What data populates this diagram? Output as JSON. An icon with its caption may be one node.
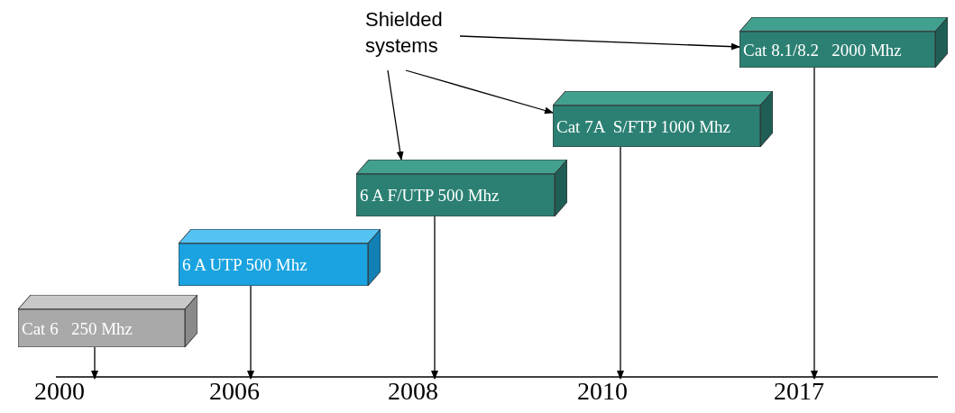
{
  "diagram": {
    "nodes": [
      {
        "text": [
          "Shielded systems"
        ]
      },
      {
        "text": [
          "Cat 6   250 Mhz"
        ]
      },
      {
        "text": [
          "6 A UTP 500 Mhz"
        ]
      },
      {
        "text": [
          "6 A F/UTP 500 Mhz"
        ]
      },
      {
        "text": [
          "Cat 7A  S/FTP 1000 Mhz"
        ]
      },
      {
        "text": [
          "Cat 8.1/8.2   2000 Mhz"
        ]
      },
      {
        "text": [
          "2000"
        ]
      },
      {
        "text": [
          "2006"
        ]
      },
      {
        "text": [
          "2008"
        ]
      },
      {
        "text": [
          "2010"
        ]
      },
      {
        "text": [
          "2017"
        ]
      }
    ],
    "edges": [
      {
        "from": 0,
        "to": 3,
        "arrow": "to"
      },
      {
        "from": 0,
        "to": 4,
        "arrow": "to"
      },
      {
        "from": 0,
        "to": 5,
        "arrow": "to"
      },
      {
        "from": 1,
        "to": 6,
        "arrow": "to"
      },
      {
        "from": 2,
        "to": 7,
        "arrow": "to"
      },
      {
        "from": 3,
        "to": 8,
        "arrow": "to"
      },
      {
        "from": 4,
        "to": 9,
        "arrow": "to"
      },
      {
        "from": 5,
        "to": 10,
        "arrow": "to"
      }
    ]
  }
}
